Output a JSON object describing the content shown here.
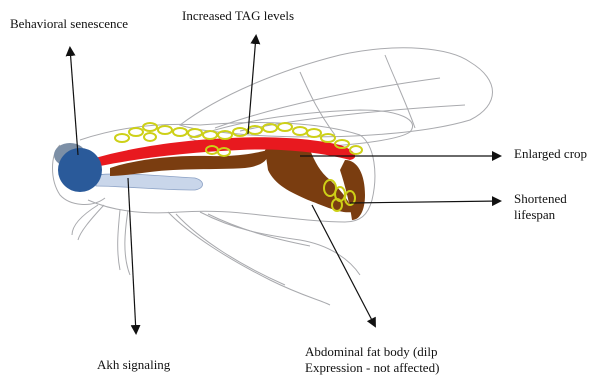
{
  "labels": {
    "behavioral_senescence": "Behavioral senescence",
    "increased_tag": "Increased TAG levels",
    "enlarged_crop": "Enlarged crop",
    "shortened_lifespan_line1": "Shortened",
    "shortened_lifespan_line2": "lifespan",
    "akh_signaling": "Akh signaling",
    "fat_body_line1": "Abdominal fat body (dilp",
    "fat_body_line2": "Expression - not affected)"
  },
  "colors": {
    "outline": "#a9aaae",
    "head_eye": "#2a5a9a",
    "head_top": "#7c8fa6",
    "gut_red": "#e8191f",
    "fat_body_brown": "#7a3d10",
    "lipid_droplets": "#cdd017",
    "crop_lightblue": "#c9d6ea",
    "arrow": "#111111"
  }
}
